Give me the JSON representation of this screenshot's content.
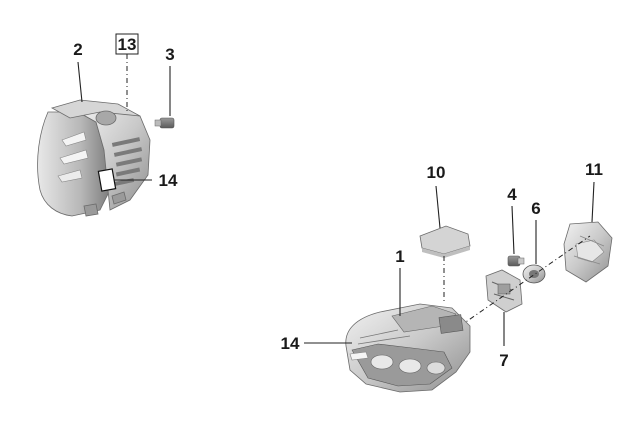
{
  "diagram": {
    "callouts": {
      "c2": "2",
      "c13": "13",
      "c3": "3",
      "c14_top": "14",
      "c10": "10",
      "c4": "4",
      "c6": "6",
      "c11": "11",
      "c1": "1",
      "c14_bottom": "14",
      "c7": "7"
    }
  }
}
